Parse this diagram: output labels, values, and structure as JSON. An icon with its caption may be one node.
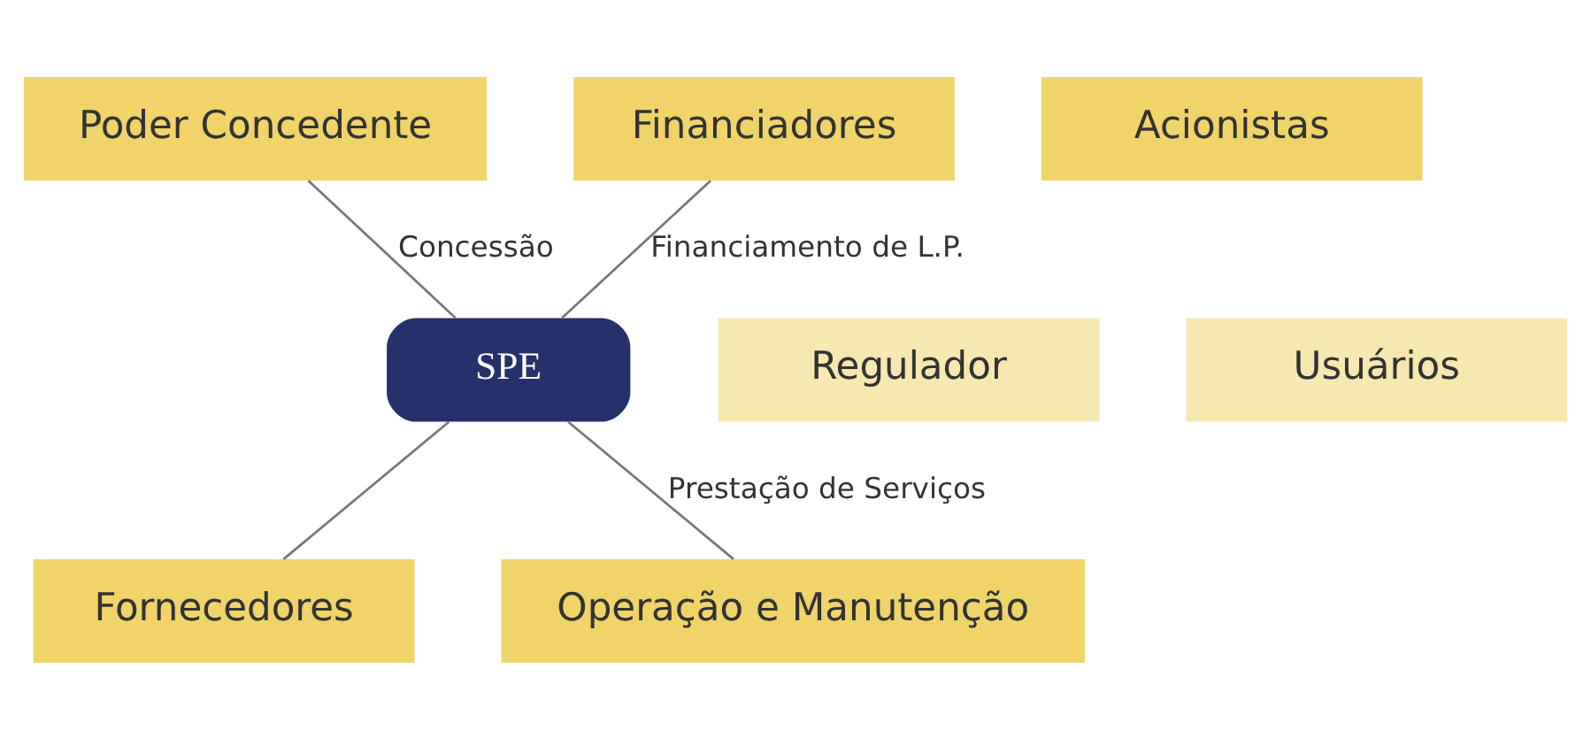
{
  "diagram": {
    "nodes": [
      {
        "text": [
          "Poder Concedente"
        ]
      },
      {
        "text": [
          "Acionistas"
        ]
      },
      {
        "text": [
          "Financiadores"
        ]
      },
      {
        "text": [
          "Regulador"
        ]
      },
      {
        "text": [
          "SPE"
        ]
      },
      {
        "text": [
          "Usuários"
        ]
      },
      {
        "text": [
          "Fornecedores"
        ]
      },
      {
        "text": [
          "Operação e Manutenção"
        ]
      }
    ],
    "edges": [
      {
        "from": 0,
        "to": 4,
        "arrow": "none",
        "label": "Concessão"
      },
      {
        "from": 2,
        "to": 4,
        "arrow": "none",
        "label": "Financiamento de L.P."
      },
      {
        "from": 4,
        "to": 6,
        "arrow": "none"
      },
      {
        "from": 4,
        "to": 7,
        "arrow": "none",
        "label": "Prestação de Serviços"
      }
    ]
  }
}
